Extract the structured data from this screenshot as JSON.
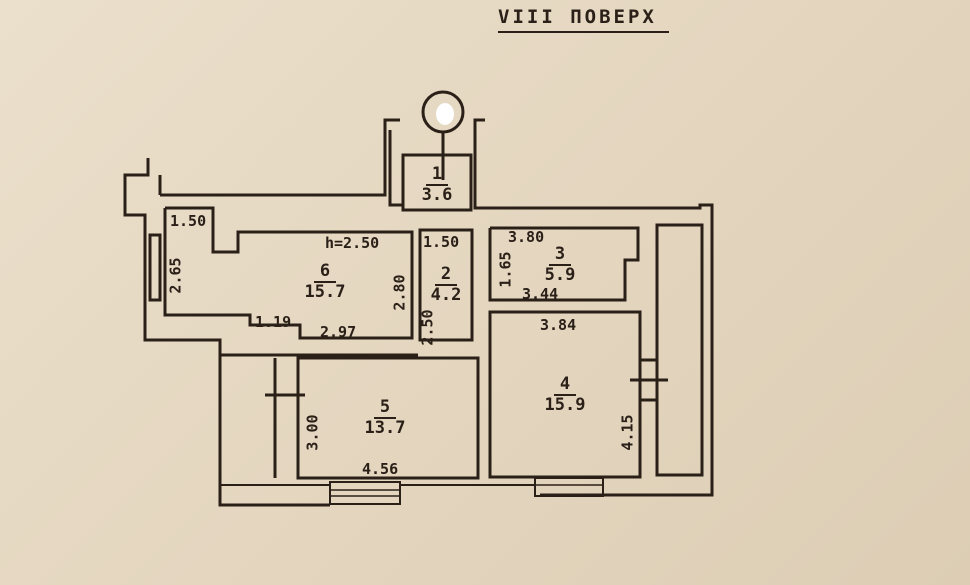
{
  "title": "VIII ПОВЕРХ",
  "rooms": [
    {
      "number": "1",
      "area": "3.6"
    },
    {
      "number": "2",
      "area": "4.2"
    },
    {
      "number": "3",
      "area": "5.9"
    },
    {
      "number": "4",
      "area": "15.9"
    },
    {
      "number": "5",
      "area": "13.7"
    },
    {
      "number": "6",
      "area": "15.7"
    }
  ],
  "dimensions": {
    "r6_top": "1.50",
    "r6_left": "2.65",
    "r6_height": "h=2.50",
    "r6_right": "2.80",
    "r6_bottom_a": "1.19",
    "r6_bottom_b": "2.97",
    "r2_top": "1.50",
    "r2_left": "2.50",
    "r3_top": "3.80",
    "r3_left": "1.65",
    "r3_bottom": "3.44",
    "r4_top": "3.84",
    "r4_right": "4.15",
    "r5_left": "3.00",
    "r5_bottom": "4.56"
  },
  "colors": {
    "paper": "#e6d9c4",
    "ink": "#2a2018"
  }
}
